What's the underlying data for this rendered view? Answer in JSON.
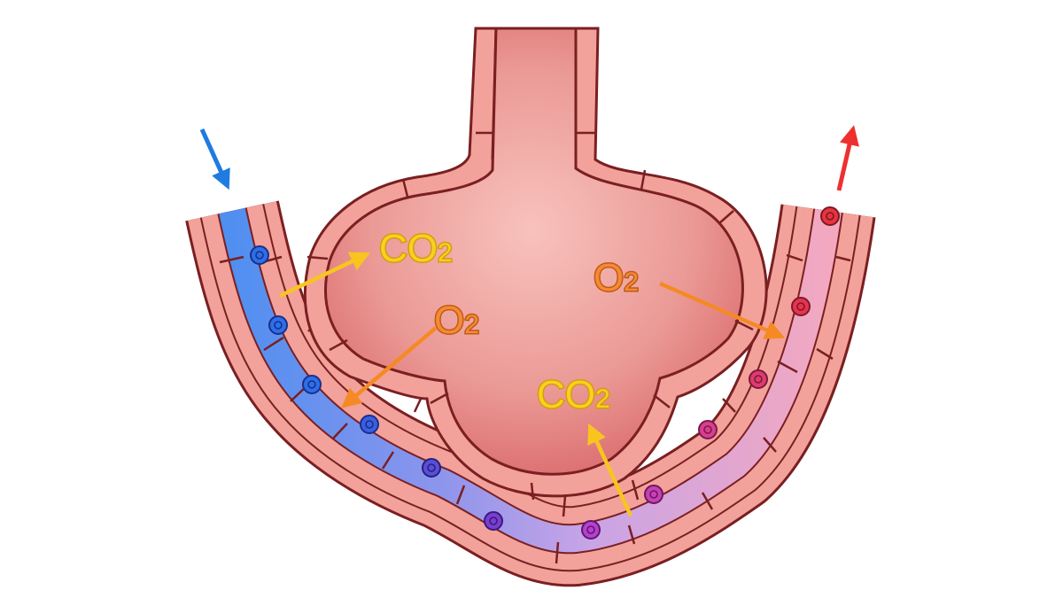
{
  "labels": {
    "co2_top": {
      "main": "CO",
      "sub": "2"
    },
    "o2_left": {
      "main": "O",
      "sub": "2"
    },
    "o2_right": {
      "main": "O",
      "sub": "2"
    },
    "co2_bottom": {
      "main": "CO",
      "sub": "2"
    }
  },
  "colors": {
    "tissue_fill": "#f2a29a",
    "tissue_stroke": "#7a1f22",
    "alveolus_center": "#f8c2bd",
    "alveolus_edge": "#d9686a",
    "blood_deoxygenated": "#4f8ff0",
    "blood_oxygenated": "#f4a8bf",
    "co2_label": "#f5d21e",
    "co2_outline": "#d79a12",
    "o2_label": "#f58a35",
    "o2_outline": "#c05a15",
    "arrow_co2": "#f8c51f",
    "arrow_o2": "#f58a25",
    "arrow_in": "#1f7be0",
    "arrow_out": "#ee3030"
  },
  "icons": {
    "inflow": "arrow-down-right-icon",
    "outflow": "arrow-up-icon",
    "red_blood_cell": "blood-cell-icon"
  }
}
